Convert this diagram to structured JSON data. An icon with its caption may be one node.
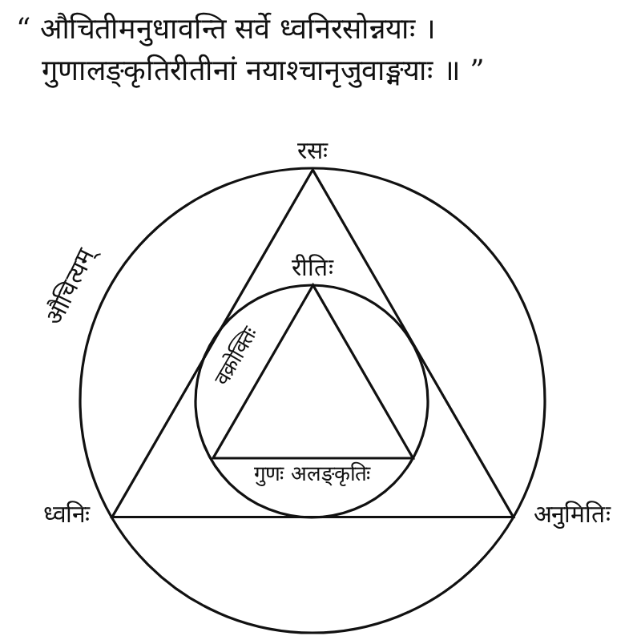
{
  "diagram": {
    "nodes": [
      {
        "text": [
          "औचित्यम्"
        ]
      },
      {
        "text": [],
        "shape": "triangle",
        "in": 0
      },
      {
        "text": [],
        "shape": "circle",
        "in": 1
      },
      {
        "text": [],
        "shape": "triangle",
        "in": 2
      }
    ],
    "labels": [
      "“ औचितीमनुधावन्ति सर्वे ध्वनिरसोन्नयाः । गुणालङ्कृतिरीतीनां नयाश्चानृजुवाङ्मयाः ॥ ”",
      "रसः",
      "रीतिः",
      "वक्रोक्तिः",
      "गुणः अलङ्कृतिः",
      "ध्वनिः",
      "अनुमितिः"
    ]
  }
}
